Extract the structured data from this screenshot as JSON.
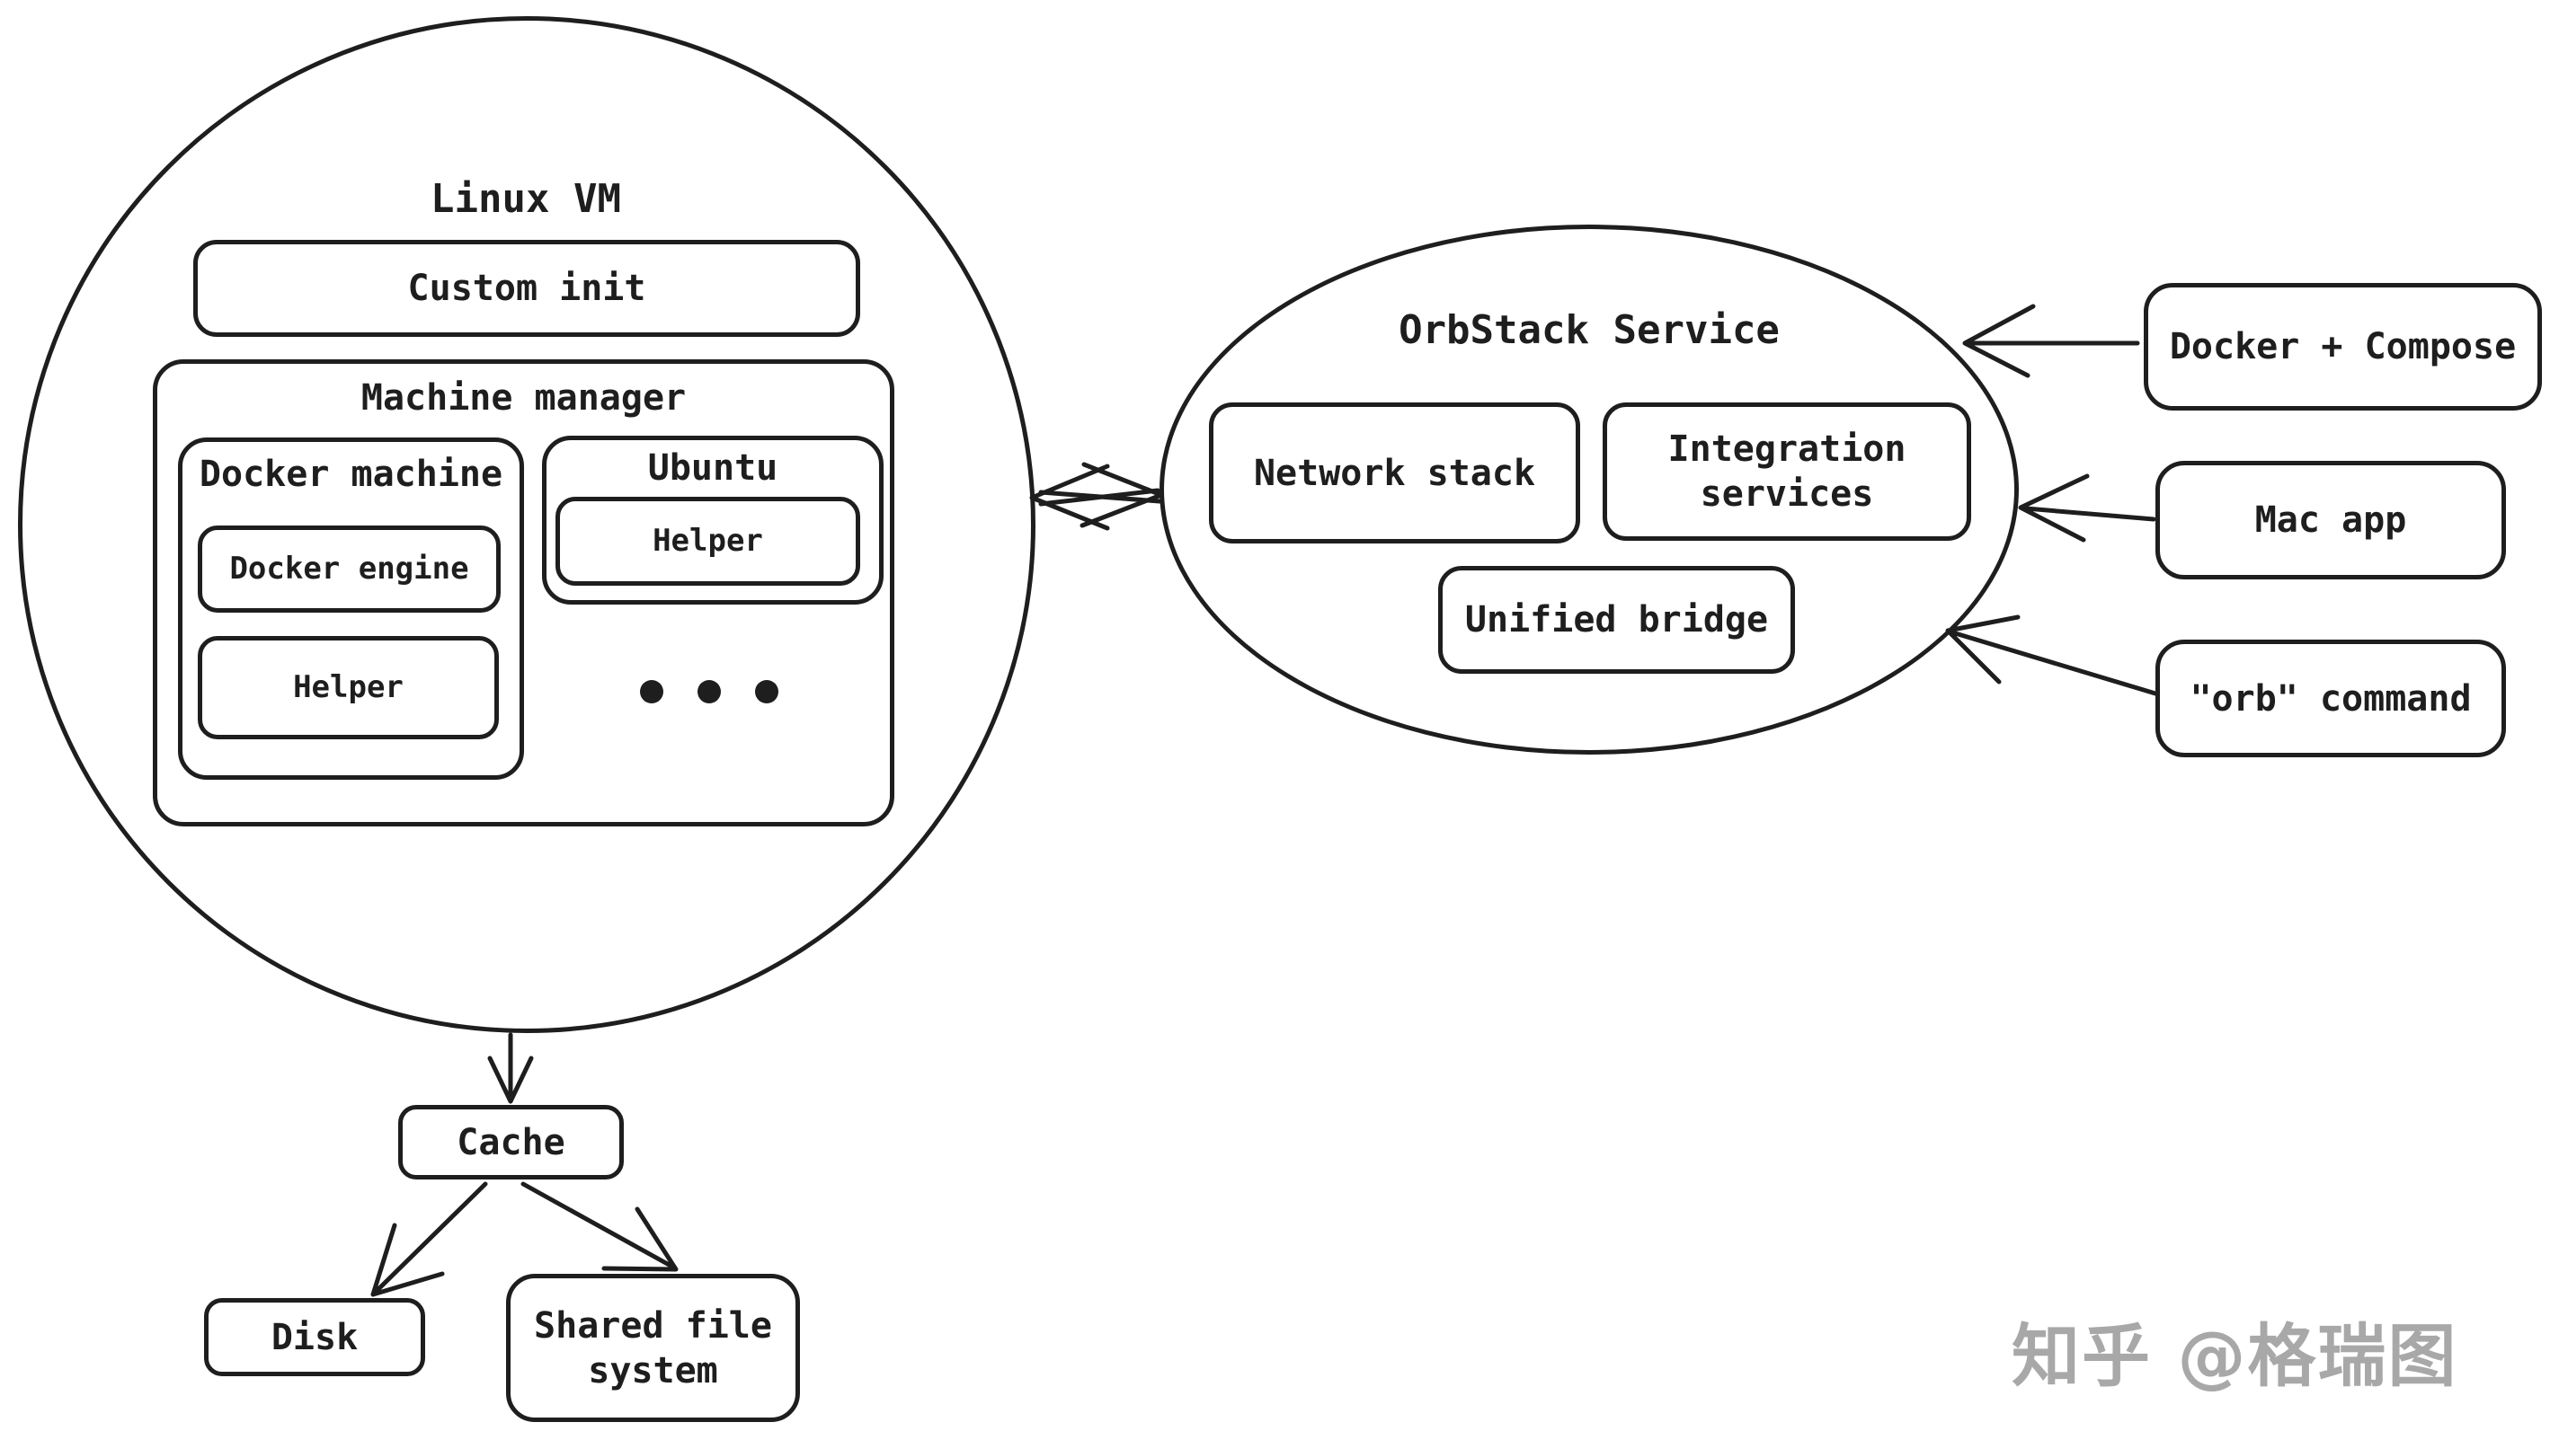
{
  "linux_vm": {
    "title": "Linux VM"
  },
  "custom_init": {
    "label": "Custom init"
  },
  "machine_manager": {
    "title": "Machine manager"
  },
  "docker_machine": {
    "title": "Docker machine"
  },
  "docker_engine": {
    "label": "Docker engine"
  },
  "docker_machine_helper": {
    "label": "Helper"
  },
  "ubuntu": {
    "title": "Ubuntu"
  },
  "ubuntu_helper": {
    "label": "Helper"
  },
  "orbstack": {
    "title": "OrbStack Service"
  },
  "network_stack": {
    "label": "Network stack"
  },
  "integration_services": {
    "label": "Integration services"
  },
  "unified_bridge": {
    "label": "Unified bridge"
  },
  "docker_compose": {
    "label": "Docker + Compose"
  },
  "mac_app": {
    "label": "Mac app"
  },
  "orb_command": {
    "label": "\"orb\" command"
  },
  "cache": {
    "label": "Cache"
  },
  "disk": {
    "label": "Disk"
  },
  "shared_file_system": {
    "label": "Shared file system"
  },
  "watermark": {
    "text": "知乎 @格瑞图"
  },
  "colors": {
    "stroke": "#1e1e1e",
    "background": "#ffffff",
    "watermark": "#a8a8a8"
  }
}
